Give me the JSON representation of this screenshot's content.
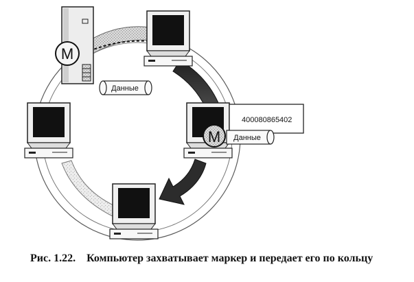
{
  "diagram": {
    "marker_letter": "M",
    "data_label": "Данные",
    "address_text": "400080865402"
  },
  "caption": {
    "number": "Рис. 1.22.",
    "text": "Компьютер захватывает маркер и передает его по кольцу"
  }
}
